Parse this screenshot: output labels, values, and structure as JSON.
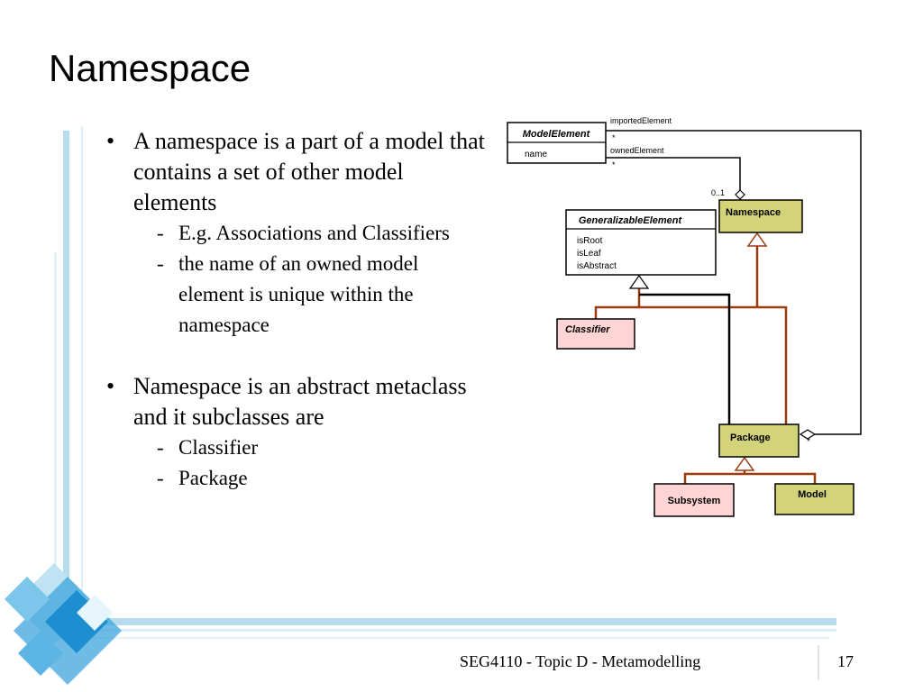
{
  "slide": {
    "title": "Namespace",
    "footer_text": "SEG4110 - Topic D - Metamodelling",
    "page_number": "17"
  },
  "bullets": [
    {
      "text": "A namespace is a part of a model that contains a set of other model elements",
      "subitems": [
        "E.g. Associations and Classifiers",
        "the name of an owned model element is unique within the namespace"
      ]
    },
    {
      "text": "Namespace is an abstract metaclass and it subclasses are",
      "subitems": [
        "Classifier",
        "Package"
      ]
    }
  ],
  "diagram": {
    "classes": {
      "model_element": {
        "name": "ModelElement",
        "attributes": [
          "name"
        ]
      },
      "generalizable_element": {
        "name": "GeneralizableElement",
        "attributes": [
          "isRoot",
          "isLeaf",
          "isAbstract"
        ]
      },
      "namespace": {
        "name": "Namespace"
      },
      "classifier": {
        "name": "Classifier"
      },
      "package": {
        "name": "Package"
      },
      "subsystem": {
        "name": "Subsystem"
      },
      "model": {
        "name": "Model"
      }
    },
    "labels": {
      "imported_element": "importedElement",
      "owned_element": "ownedElement",
      "star_imported": "*",
      "star_owned": "*",
      "mult_zero_one": "0..1",
      "star_package": "*"
    },
    "colors": {
      "namespace_fill": "#d3d37a",
      "classifier_fill": "#ffd4d4",
      "generalization_line": "#9b3b10",
      "association_line": "#000000"
    }
  }
}
